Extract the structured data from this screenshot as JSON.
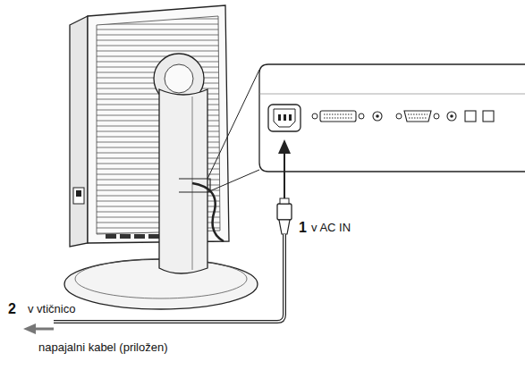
{
  "diagram": {
    "labels": [
      "1",
      "v AC IN",
      "2",
      "v vtičnico",
      "napajalni kabel (priložen)"
    ]
  }
}
